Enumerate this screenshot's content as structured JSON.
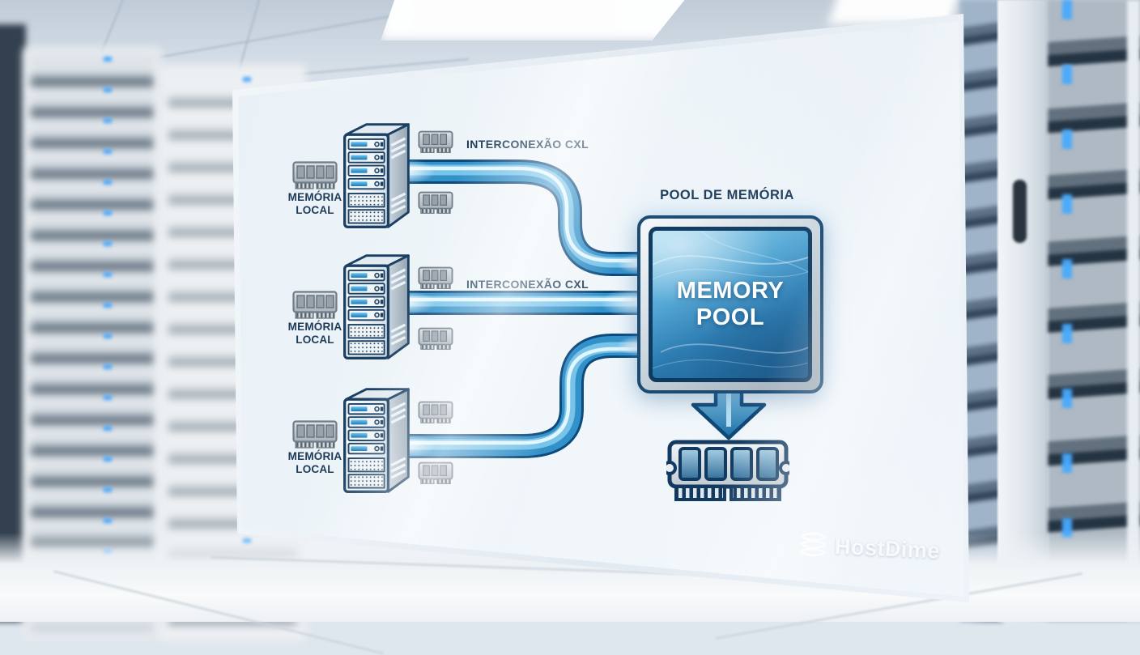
{
  "panel": {
    "brand": "HostDime",
    "brand_icon": "stacked-layers-icon",
    "pool": {
      "label": "POOL DE MEMÓRIA",
      "box_text": "MEMORY POOL",
      "arrow_icon": "down-arrow-icon",
      "ram_icon": "ram-module-icon"
    },
    "servers": [
      {
        "icon": "server-tower-icon",
        "local_memory_label": "MEMÓRIA LOCAL",
        "interconnect_label": "INTERCONEXÃO CXL"
      },
      {
        "icon": "server-tower-icon",
        "local_memory_label": "MEMÓRIA LOCAL",
        "interconnect_label": "INTERCONEXÃO CXL"
      },
      {
        "icon": "server-tower-icon",
        "local_memory_label": "MEMÓRIA LOCAL"
      }
    ],
    "colors": {
      "pipe_blue": "#2f8ec5",
      "pipe_outline": "#0d4a7c",
      "pipe_highlight": "#e8f9ff",
      "outline_navy": "#163a5e",
      "label_navy": "#1d3b58",
      "pool_screen_light": "#9ed9f2",
      "pool_screen_dark": "#1a5a8c",
      "frame_silver": "#c2ccd4",
      "ram_gray": "#aab4bd",
      "led_blue": "#4db1ff"
    }
  }
}
